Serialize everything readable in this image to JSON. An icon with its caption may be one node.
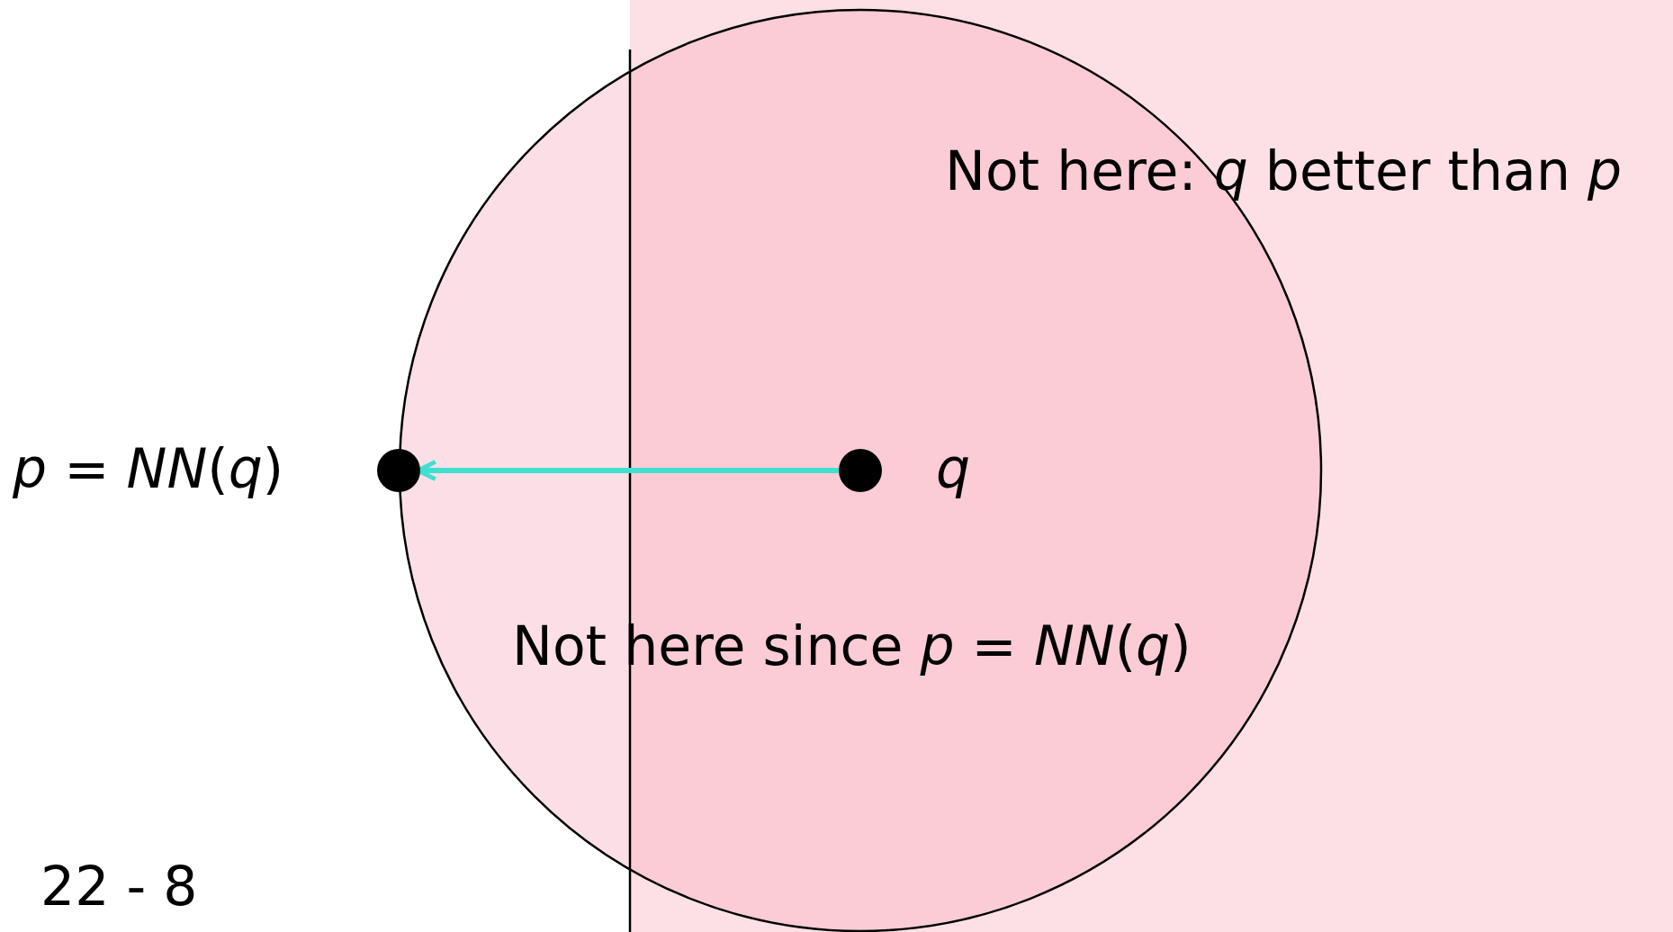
{
  "diagram": {
    "nodes": [
      {
        "text": [],
        "shape": "circle",
        "beside": [
          "*p* = *NN*(*q*)"
        ]
      },
      {
        "text": [],
        "shape": "circle",
        "beside": [
          "*q*"
        ]
      }
    ],
    "edges": [
      {
        "from": 1,
        "to": 0,
        "arrow": "to",
        "color": "#40e0d0"
      }
    ],
    "labels": [
      "Not here: *q* better than *p*",
      "Not here since *p* = *NN*(*q*)",
      "22 - 8"
    ]
  }
}
